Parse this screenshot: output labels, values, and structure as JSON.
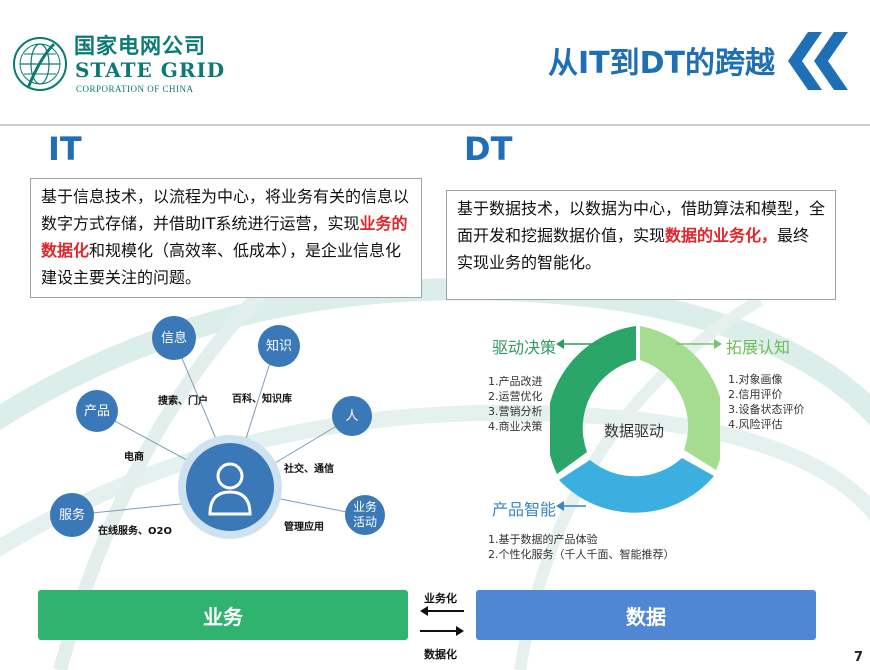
{
  "header": {
    "logo_cn": "国家电网公司",
    "logo_en": "STATE GRID",
    "logo_sub": "CORPORATION OF CHINA",
    "title": "从IT到DT的跨越",
    "page_number": "7"
  },
  "it": {
    "label": "IT",
    "text_before": "基于信息技术，以流程为中心，将业务有关的信息以数字方式存储，并借助IT系统进行运营，实现",
    "highlight": "业务的数据化",
    "text_after": "和规模化（高效率、低成本），是企业信息化建设主要关注的问题。"
  },
  "dt": {
    "label": "DT",
    "text_before": "基于数据技术，以数据为中心，借助算法和模型，全面开发和挖掘数据价值，实现",
    "highlight": "数据的业务化，",
    "text_after": "最终实现业务的智能化。"
  },
  "hub": {
    "nodes": {
      "info": "信息",
      "knowledge": "知识",
      "product": "产品",
      "person": "人",
      "service": "服务",
      "activity": "业务活动"
    },
    "edges": {
      "search": "搜索、门户",
      "wiki": "百科、知识库",
      "ecommerce": "电商",
      "social": "社交、通信",
      "online": "在线服务、O2O",
      "mgmt": "管理应用"
    }
  },
  "ring": {
    "center": "数据驱动",
    "drive_title": "驱动决策",
    "drive_items": [
      "1.产品改进",
      "2.运营优化",
      "3.营销分析",
      "4.商业决策"
    ],
    "expand_title": "拓展认知",
    "expand_items": [
      "1.对象画像",
      "2.信用评价",
      "3.设备状态评价",
      "4.风险评估"
    ],
    "product_title": "产品智能",
    "product_items": [
      "1.基于数据的产品体验",
      "2.个性化服务（千人千面、智能推荐）"
    ]
  },
  "bottom": {
    "business": "业务",
    "data": "数据",
    "to_business": "业务化",
    "to_data": "数据化"
  },
  "colors": {
    "brand": "#0b7a73",
    "title_blue": "#1f6fb6",
    "node_blue": "#3a78b8",
    "highlight_red": "#e0252b",
    "bar_green": "#2fb36e",
    "bar_blue": "#4f87d4"
  }
}
